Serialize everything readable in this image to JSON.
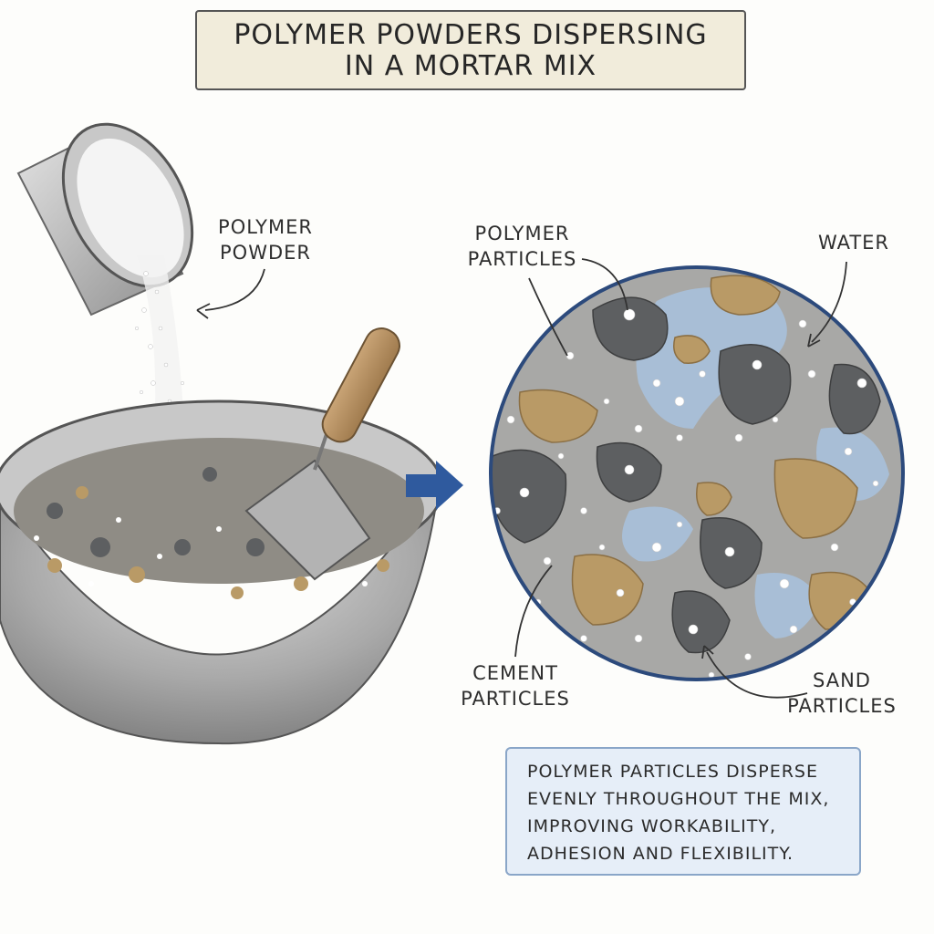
{
  "title": {
    "line1": "POLYMER POWDERS DISPERSING",
    "line2": "IN A MORTAR MIX"
  },
  "labels": {
    "polymer_powder": {
      "line1": "POLYMER",
      "line2": "POWDER"
    },
    "polymer_particles": {
      "line1": "POLYMER",
      "line2": "PARTICLES"
    },
    "water": {
      "line1": "WATER"
    },
    "cement_particles": {
      "line1": "CEMENT",
      "line2": "PARTICLES"
    },
    "sand_particles": {
      "line1": "SAND",
      "line2": "PARTICLES"
    }
  },
  "note": {
    "line1": "POLYMER PARTICLES DISPERSE",
    "line2": "EVENLY THROUGHOUT THE MIX,",
    "line3": "IMPROVING WORKABILITY,",
    "line4": "ADHESION AND FLEXIBILITY."
  },
  "colors": {
    "title_bg": "#f1ecdb",
    "note_bg": "#e6eef8",
    "note_border": "#8aa6c8",
    "arrow": "#2f5a9e",
    "magnifier_border": "#2c4a7c",
    "cement": "#5d5f61",
    "sand": "#b99a66",
    "water": "#a8c2de",
    "polymer": "#ffffff"
  }
}
